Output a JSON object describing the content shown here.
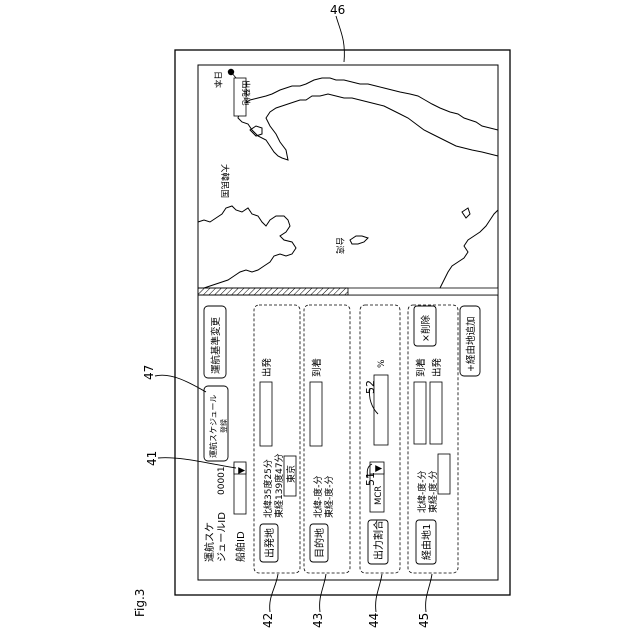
{
  "figure_label": "Fig.3",
  "refs": {
    "r46": "46",
    "r47": "47",
    "r41": "41",
    "r52": "52",
    "r51": "51",
    "r42": "42",
    "r43": "43",
    "r44": "44",
    "r45": "45"
  },
  "panel": {
    "title_line1": "運航スケ",
    "title_line2": "ジュールID",
    "schedule_id": "00001",
    "ship_id_label": "船舶ID",
    "register_button": "運航スケジュール",
    "register_button_sub": "登録",
    "change_criteria_button": "運航基準変更",
    "departure_button": "出発地",
    "departure_lat": "北緯35度25分",
    "departure_lon": "東経139度47分",
    "departure_name": "東京",
    "departure_field_label": "出発",
    "destination_button": "目的地",
    "dest_lat": "北緯-度-分",
    "dest_lon": "東経-度-分",
    "arrival_label": "到着",
    "output_ratio_button": "出力割合",
    "mcr_value": "MCR",
    "percent_label": "%",
    "waypoint_button": "経由地1",
    "wp_lat": "北緯-度-分",
    "wp_lon": "東経-度-分",
    "wp_arrival_label": "到着",
    "wp_departure_label": "出発",
    "delete_button": "×削除",
    "add_waypoint_button": "+経由地追加",
    "dropdown_arrow": "▼"
  },
  "map": {
    "japan_label": "日本",
    "departure_marker_label": "出発地",
    "korea_label": "大韓民国",
    "taiwan_label": "台湾"
  }
}
